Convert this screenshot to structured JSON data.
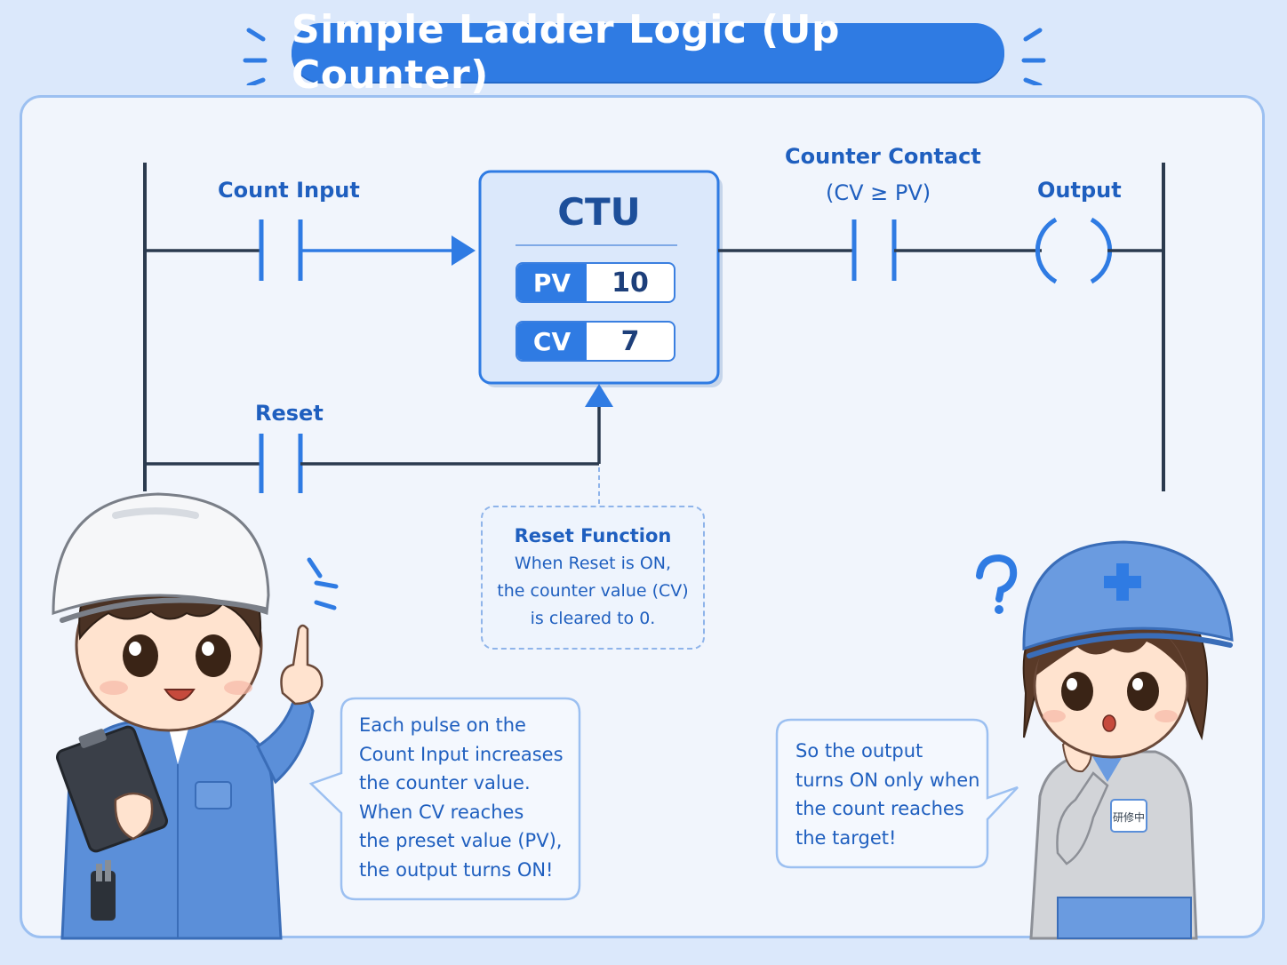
{
  "title": "Simple Ladder Logic (Up Counter)",
  "labels": {
    "count_input": "Count Input",
    "reset": "Reset",
    "counter_contact": "Counter Contact",
    "counter_condition": "(CV ≥ PV)",
    "output": "Output"
  },
  "ctu": {
    "name": "CTU",
    "pv_label": "PV",
    "pv_value": "10",
    "cv_label": "CV",
    "cv_value": "7"
  },
  "reset_note": {
    "heading": "Reset Function",
    "lines": [
      "When Reset is ON,",
      "the counter value (CV)",
      "is cleared to 0."
    ]
  },
  "bubble_left": {
    "lines": [
      "Each pulse on the",
      "Count Input increases",
      "the counter value.",
      "When CV reaches",
      "the preset value (PV),",
      "the output turns ON!"
    ]
  },
  "bubble_right": {
    "lines": [
      "So the output",
      "turns ON only when",
      "the count reaches",
      "the target!"
    ]
  },
  "characters": {
    "left_badge": "",
    "right_badge": "研修中"
  },
  "colors": {
    "accent": "#2f7be3",
    "rail": "#2b3a4e",
    "text_blue": "#1f5fbf",
    "background": "#dbe8fb"
  }
}
